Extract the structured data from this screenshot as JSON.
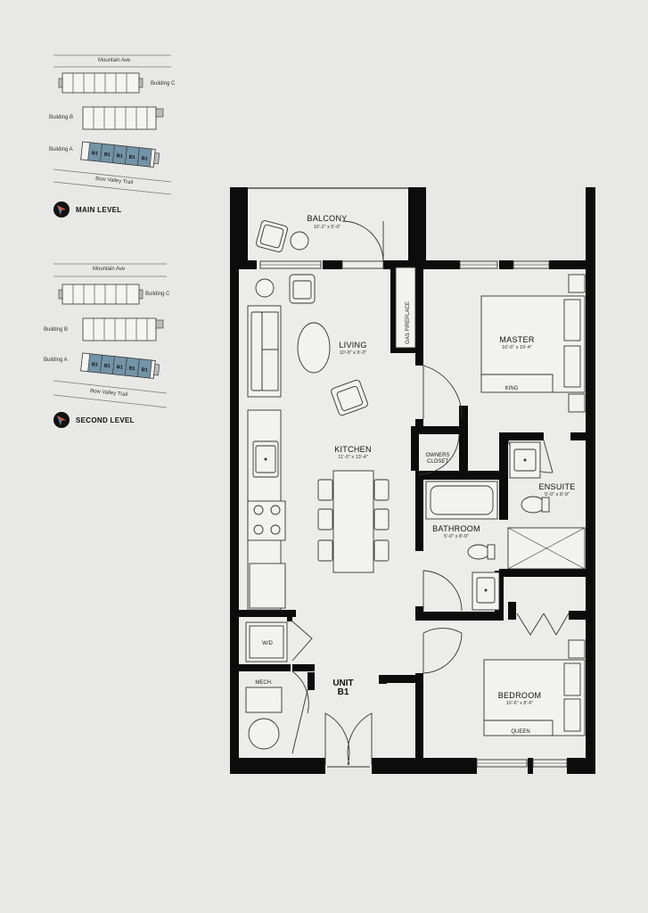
{
  "key_plans": [
    {
      "street_top": "Mountain Ave",
      "building_c": "Building C",
      "building_b": "Building B",
      "building_a": "Building A",
      "street_bottom": "Bow Valley Trail",
      "units": [
        "B1",
        "B1",
        "B1",
        "B1",
        "B1"
      ],
      "level": "MAIN LEVEL"
    },
    {
      "street_top": "Mountain Ave",
      "building_c": "Building C",
      "building_b": "Building B",
      "building_a": "Building A",
      "street_bottom": "Bow Valley Trail",
      "units": [
        "B1",
        "B1",
        "B1",
        "B1",
        "B1"
      ],
      "level": "SECOND LEVEL"
    }
  ],
  "rooms": {
    "balcony": {
      "name": "BALCONY",
      "dims": "10'-2\" x 5'-0\""
    },
    "living": {
      "name": "LIVING",
      "dims": "10'-0\" x 9'-0\""
    },
    "kitchen": {
      "name": "KITCHEN",
      "dims": "11'-0\" x 13'-4\""
    },
    "master": {
      "name": "MASTER",
      "dims": "10'-6\" x 10'-4\"",
      "bed": "KING"
    },
    "ensuite": {
      "name": "ENSUITE",
      "dims": "5'-0\" x 8'-9\""
    },
    "bathroom": {
      "name": "BATHROOM",
      "dims": "5'-0\" x 8'-9\""
    },
    "bedroom": {
      "name": "BEDROOM",
      "dims": "10'-6\" x 8'-6\"",
      "bed": "QUEEN"
    }
  },
  "labels": {
    "gas_fireplace": "GAS FIREPLACE",
    "owners_closet_1": "OWNERS",
    "owners_closet_2": "CLOSET",
    "wd": "W/D",
    "mech": "MECH.",
    "unit_1": "UNIT",
    "unit_2": "B1"
  },
  "colors": {
    "background": "#e8e8e6",
    "wall": "#0c0c0c",
    "highlight_unit": "#7393a7",
    "compass_arrow": "#d2553a"
  }
}
